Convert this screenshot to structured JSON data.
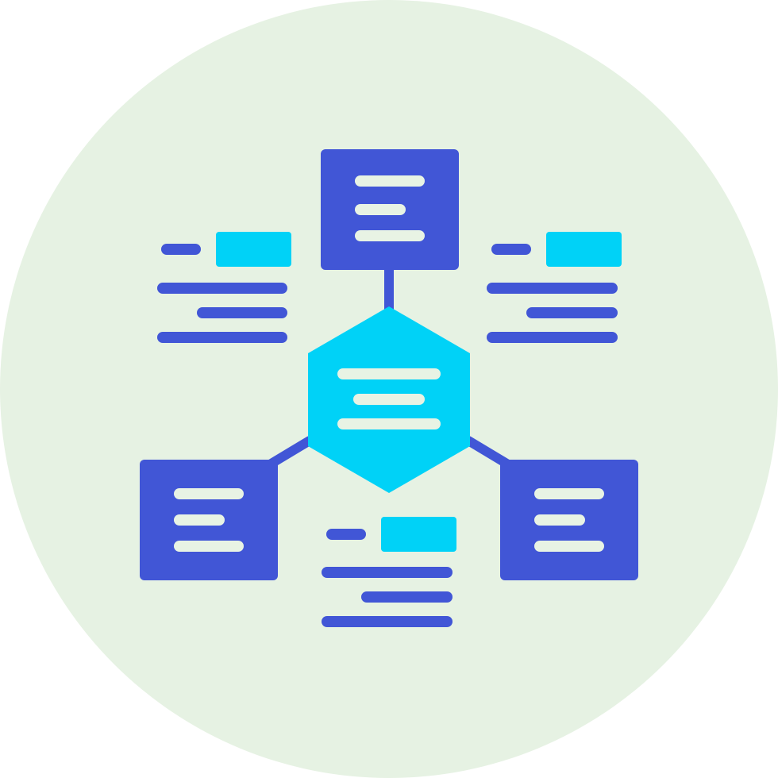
{
  "icon": {
    "name": "network-diagram-icon",
    "description_visible_text": ""
  },
  "colors": {
    "background_circle": "#E6F2E3",
    "primary": "#4156D6",
    "accent": "#00D2F7",
    "line_light": "#E8F3E4"
  },
  "parts": {
    "center_node": "hexagon-node",
    "outer_nodes": [
      "top-node",
      "bottom-left-node",
      "bottom-right-node"
    ],
    "labels": [
      "left-label-block",
      "right-label-block",
      "bottom-label-block"
    ]
  }
}
